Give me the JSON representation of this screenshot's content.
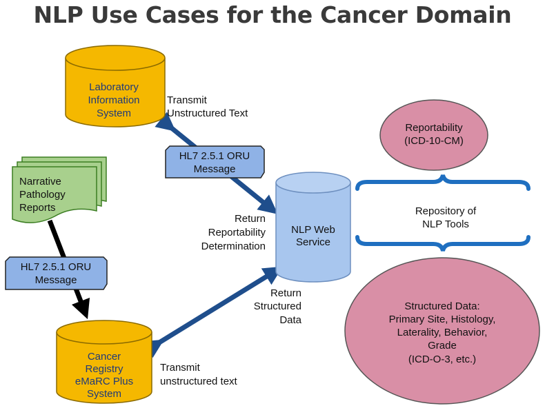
{
  "title": "NLP Use Cases for the Cancer Domain",
  "nodes": {
    "lab": [
      "Laboratory",
      "Information",
      "System"
    ],
    "pathology": [
      "Narrative",
      "Pathology",
      "Reports"
    ],
    "registry": [
      "Cancer",
      "Registry",
      "eMaRC Plus",
      "System"
    ],
    "nlp": [
      "NLP Web",
      "Service"
    ],
    "reportability": [
      "Reportability",
      "(ICD-10-CM)"
    ],
    "repository": [
      "Repository of",
      "NLP Tools"
    ],
    "structured": [
      "Structured Data:",
      "Primary Site, Histology,",
      "Laterality, Behavior,",
      "Grade",
      "(ICD-O-3, etc.)"
    ]
  },
  "messages": {
    "top": [
      "HL7 2.5.1 ORU",
      "Message"
    ],
    "left": [
      "HL7 2.5.1 ORU",
      "Message"
    ]
  },
  "labels": {
    "transmit_unstructured": [
      "Transmit",
      "Unstructured Text"
    ],
    "return_reportability": [
      "Return",
      "Reportability",
      "Determination"
    ],
    "return_structured": [
      "Return",
      "Structured",
      "Data"
    ],
    "transmit_unstructured_lower": [
      "Transmit",
      "unstructured text"
    ]
  },
  "colors": {
    "cylinder_gold": "#f5b800",
    "cylinder_blue": "#a8c6ee",
    "ellipse_pink": "#d98fa6",
    "doc_green": "#a8d08d",
    "message_blue": "#8fb2e6",
    "arrow_navy": "#1f4e8c",
    "brace_blue": "#1f6fc0"
  }
}
